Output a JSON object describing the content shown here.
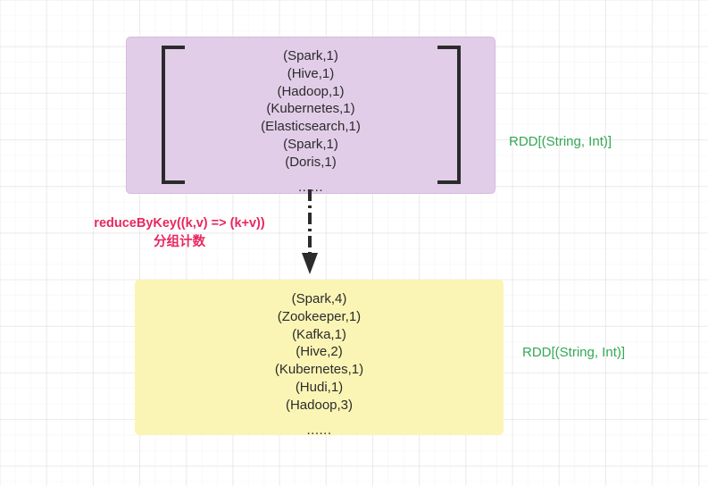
{
  "diagram": {
    "title": "Spark reduceByKey RDD transformation",
    "colors": {
      "input_box_fill": "#E2CDE9",
      "input_box_border": "#D6B9E0",
      "output_box_fill": "#FBF5B5",
      "transform_label": "#E8275F",
      "type_annotation": "#34A853",
      "text": "#2b2b2b",
      "arrow": "#2b2b2b",
      "grid_line": "rgba(0,0,0,0.055)",
      "background": "#ffffff"
    },
    "input_rdd": {
      "pairs": [
        "(Spark,1)",
        "(Hive,1)",
        "(Hadoop,1)",
        "(Kubernetes,1)",
        "(Elasticsearch,1)",
        "(Spark,1)",
        "(Doris,1)"
      ],
      "ellipsis": "......",
      "type_label": "RDD[(String, Int)]"
    },
    "output_rdd": {
      "pairs": [
        "(Spark,4)",
        "(Zookeeper,1)",
        "(Kafka,1)",
        "(Hive,2)",
        "(Kubernetes,1)",
        "(Hudi,1)",
        "(Hadoop,3)"
      ],
      "ellipsis": "......",
      "type_label": "RDD[(String, Int)]"
    },
    "transform": {
      "operation": "reduceByKey((k,v) => (k+v))",
      "description": "分组计数"
    }
  }
}
